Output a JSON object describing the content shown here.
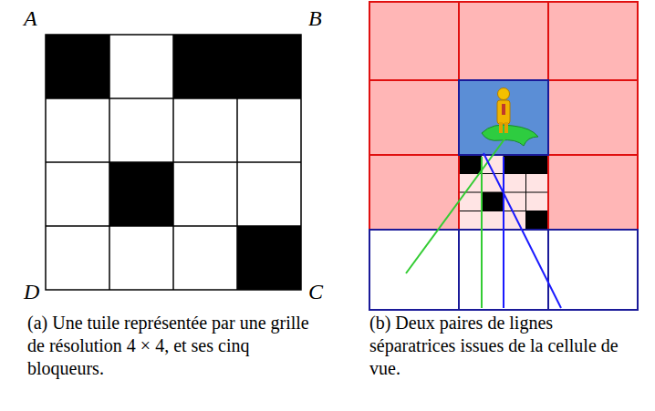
{
  "diagram": {
    "labels": [
      "A",
      "B",
      "D",
      "C",
      "(a) Une tuile représentée par une grille de résolution 4 × 4, et ses cinq bloqueurs.",
      "(b) Deux paires de lignes séparatrices issues de la cellule de vue."
    ]
  }
}
